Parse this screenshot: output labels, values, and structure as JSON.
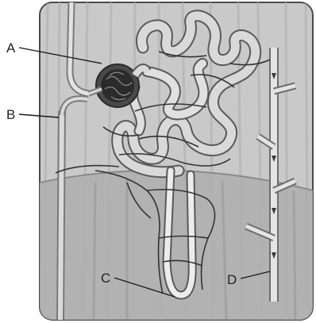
{
  "labels": {
    "a": "A",
    "b": "B",
    "c": "C",
    "d": "D"
  },
  "colors": {
    "panel_bg": "#c9c9c9",
    "panel_border": "#4a4a4a",
    "muscle_band": "#b8b8b8",
    "tubule_fill": "#d8d8d8",
    "tubule_stroke": "#555555",
    "vessel_dark": "#3a3a3a",
    "glomerulus": "#2a2a2a",
    "collecting_duct": "#e4e4e4"
  }
}
